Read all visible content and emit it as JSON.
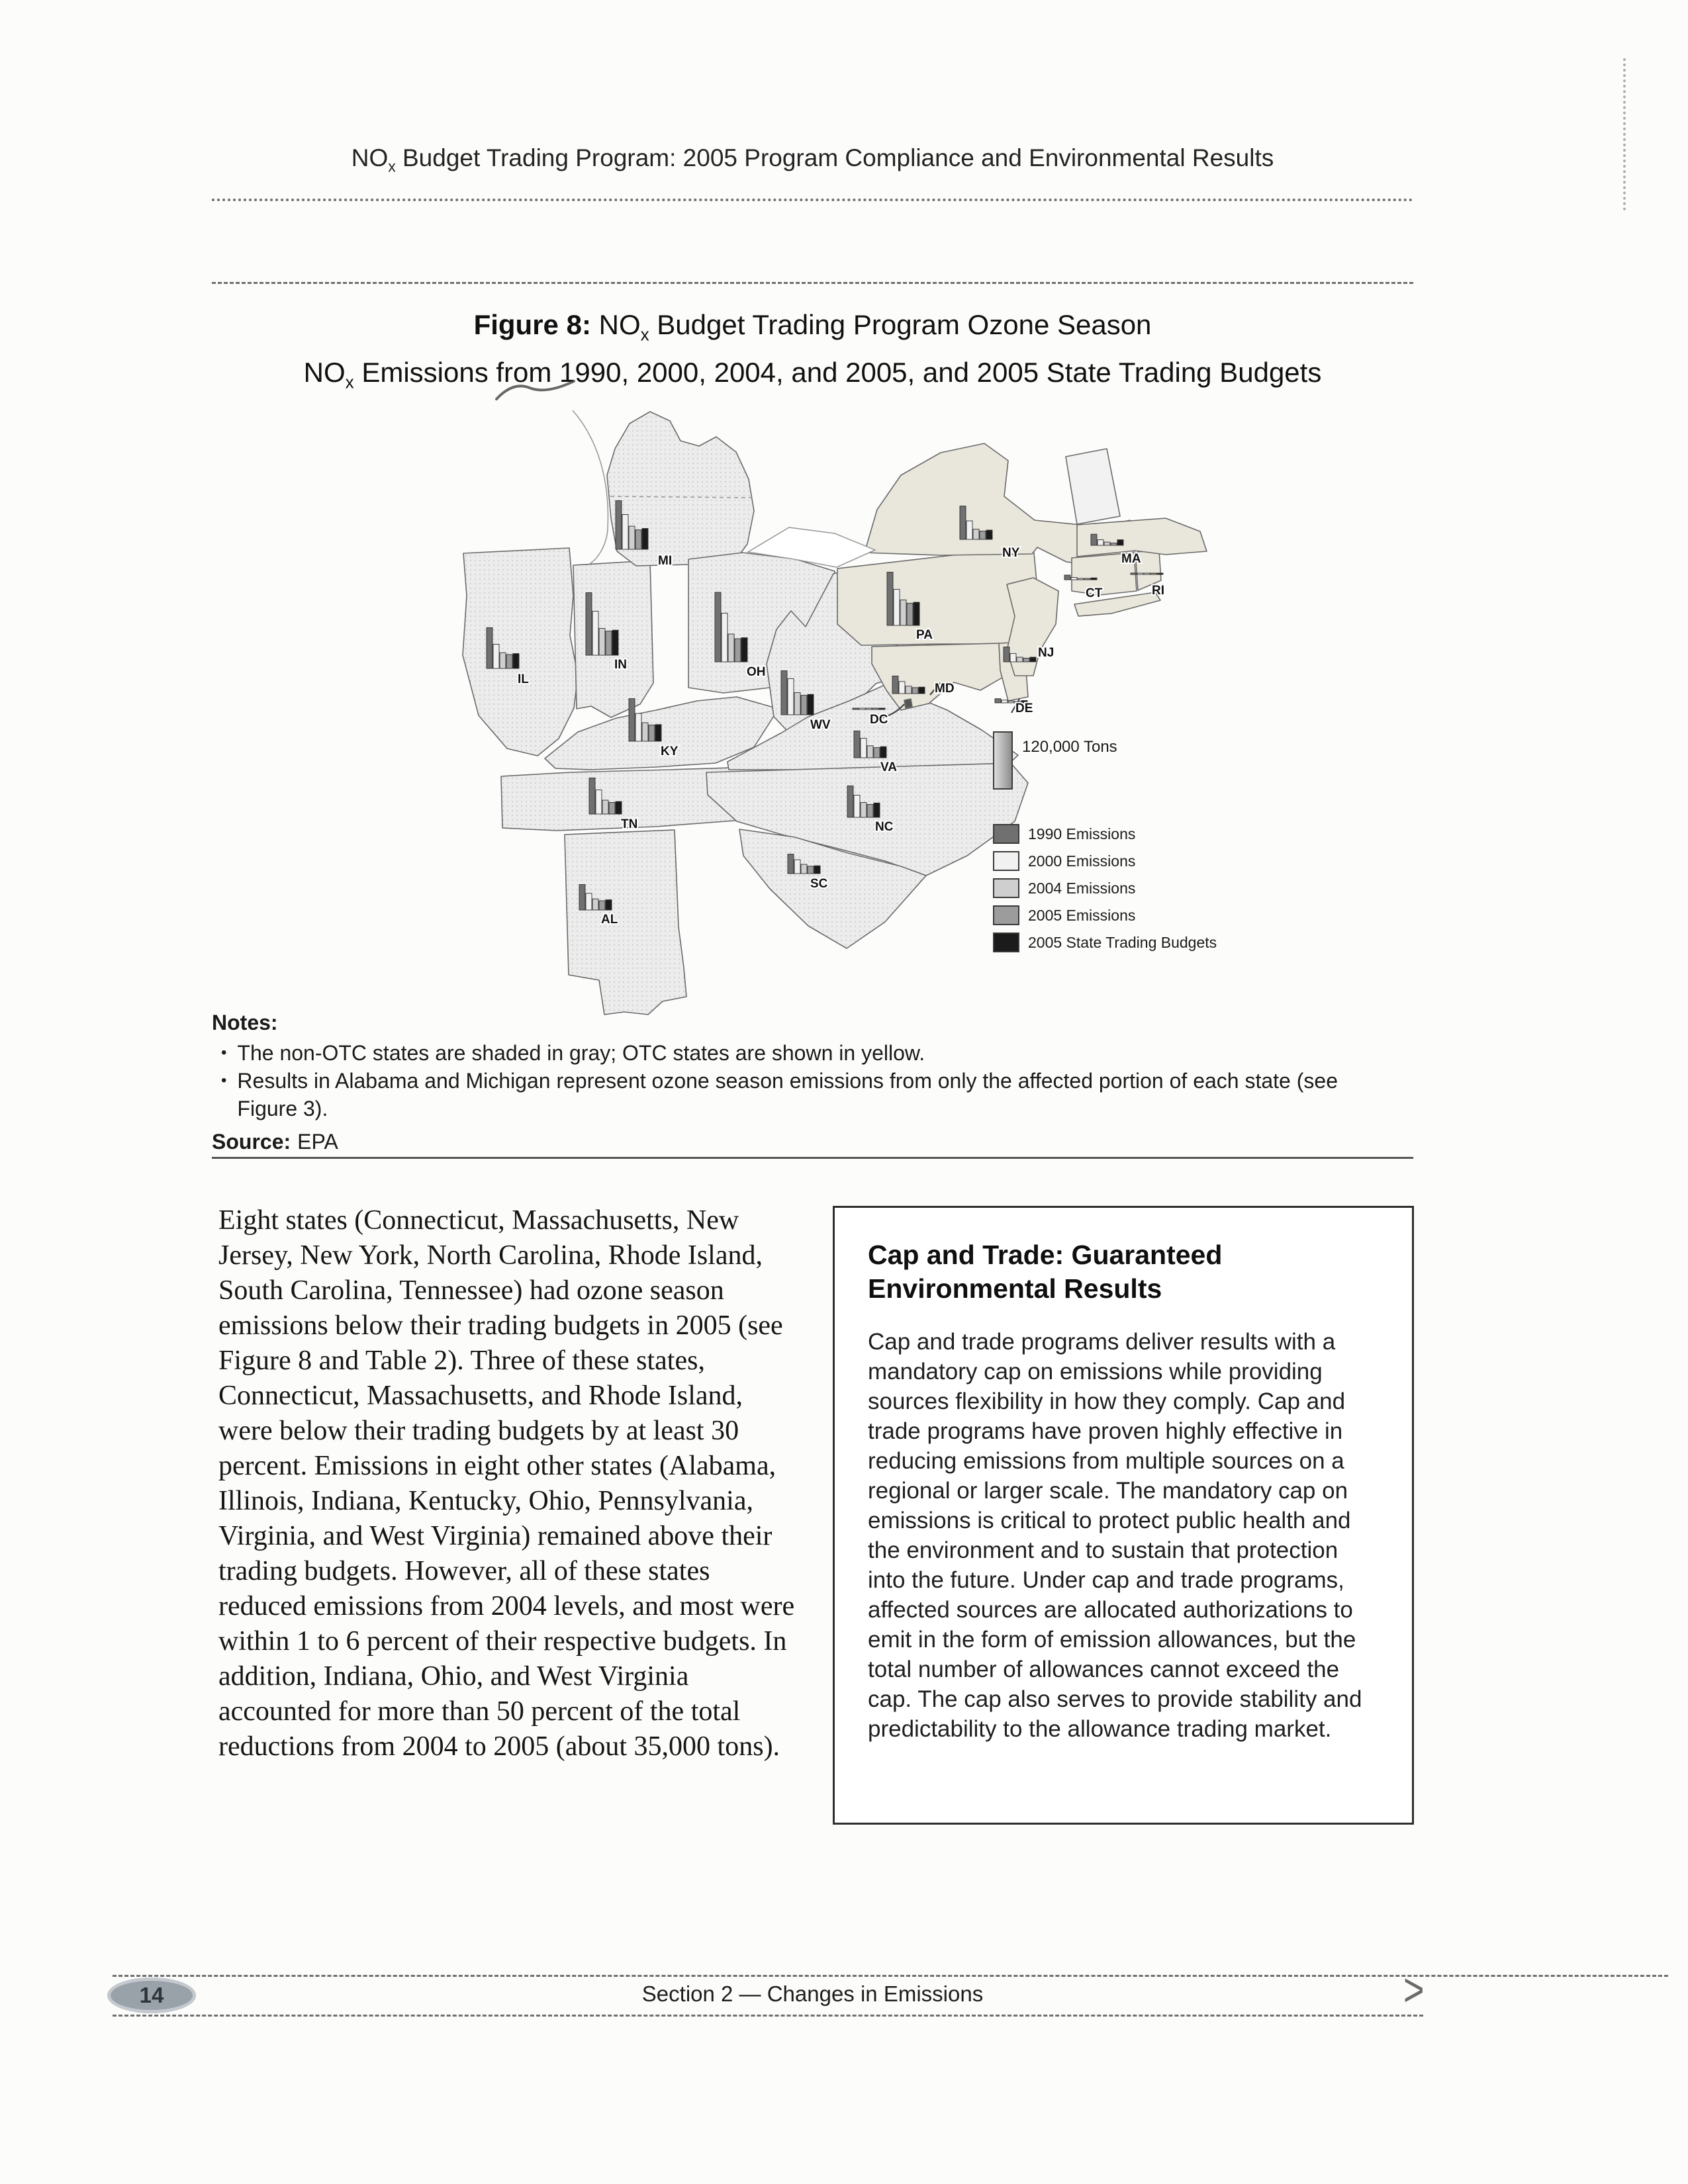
{
  "header": {
    "prefix": "NO",
    "sub": "x",
    "rest": " Budget Trading Program: 2005 Program Compliance and Environmental Results"
  },
  "figure": {
    "label": "Figure 8:",
    "sub": "x",
    "l1_no": " NO",
    "l1_rest": " Budget Trading Program Ozone Season",
    "l2_no": "NO",
    "l2_rest": " Emissions from 1990, 2000, 2004, and 2005, and 2005 State Trading Budgets",
    "legend": {
      "scale_label": "120,000 Tons",
      "items": [
        "1990 Emissions",
        "2000 Emissions",
        "2004 Emissions",
        "2005 Emissions",
        "2005 State Trading Budgets"
      ]
    }
  },
  "notes": {
    "label": "Notes:",
    "bullets": [
      "The non-OTC states are shaded in gray; OTC states are shown in yellow.",
      "Results in Alabama and Michigan represent ozone season emissions from only the affected portion of each state (see Figure 3)."
    ],
    "source_label": "Source:",
    "source_value": "EPA"
  },
  "body": {
    "paragraph": "Eight states (Connecticut, Massachusetts, New Jersey, New York, North Carolina, Rhode Island, South Carolina, Tennessee) had ozone season emissions below their trading budgets in 2005 (see Figure 8 and Table 2). Three of these states, Connecticut, Massachusetts, and Rhode Island, were below their trading budgets by at least 30 percent. Emissions in eight other states (Alabama, Illinois, Indiana, Kentucky, Ohio, Pennsylvania, Virginia, and West Virginia) remained above their trading budgets. However, all of these states reduced emissions from 2004 levels, and most were within 1 to 6 percent of their respective budgets. In addition, Indiana, Ohio, and West Virginia accounted for more than 50 percent of the total reductions from 2004 to 2005 (about 35,000 tons)."
  },
  "sidebar": {
    "title": "Cap and Trade: Guaranteed Environmental Results",
    "paragraph": "Cap and trade programs deliver results with a mandatory cap on emissions while providing sources flexibility in how they comply. Cap and trade programs have proven highly effective in reducing emissions from multiple sources on a regional or larger scale. The mandatory cap on emissions is critical to protect public health and the environment and to sustain that protection into the future. Under cap and trade programs, affected sources are allocated authorizations to emit in the form of emission allowances, but the total number of allowances cannot exceed the cap. The cap also serves to provide stability and predictability to the allowance trading market."
  },
  "footer": {
    "page_number": "14",
    "section": "Section 2 — Changes in Emissions"
  },
  "chart_data": {
    "type": "bar",
    "subtype": "map-grouped-bars",
    "title": "NOx Budget Trading Program Ozone Season NOx Emissions from 1990, 2000, 2004, and 2005, and 2005 State Trading Budgets",
    "unit": "thousand tons (approximate, estimated from bar heights)",
    "scale_reference_label": "120,000 Tons",
    "scale_reference_tons": 120000,
    "series": [
      "1990 Emissions",
      "2000 Emissions",
      "2004 Emissions",
      "2005 Emissions",
      "2005 State Trading Budgets"
    ],
    "series_colors": [
      "#707070",
      "#f1f1f1",
      "#cfcfcf",
      "#9c9c9c",
      "#1b1b1b"
    ],
    "states": [
      {
        "label": "IL",
        "values": [
          88,
          52,
          34,
          30,
          32
        ]
      },
      {
        "label": "IN",
        "values": [
          135,
          95,
          58,
          52,
          54
        ]
      },
      {
        "label": "MI",
        "values": [
          105,
          75,
          50,
          42,
          45
        ]
      },
      {
        "label": "OH",
        "values": [
          150,
          105,
          60,
          50,
          52
        ]
      },
      {
        "label": "KY",
        "values": [
          92,
          60,
          40,
          35,
          36
        ]
      },
      {
        "label": "TN",
        "values": [
          78,
          52,
          30,
          25,
          27
        ]
      },
      {
        "label": "AL",
        "values": [
          55,
          36,
          24,
          20,
          22
        ]
      },
      {
        "label": "WV",
        "values": [
          95,
          78,
          48,
          42,
          44
        ]
      },
      {
        "label": "PA",
        "values": [
          115,
          78,
          55,
          48,
          50
        ]
      },
      {
        "label": "NY",
        "values": [
          72,
          40,
          22,
          18,
          20
        ]
      },
      {
        "label": "NJ",
        "values": [
          32,
          18,
          10,
          8,
          10
        ]
      },
      {
        "label": "MD",
        "values": [
          38,
          26,
          16,
          13,
          14
        ]
      },
      {
        "label": "DE",
        "values": [
          9,
          6,
          4,
          3,
          5
        ]
      },
      {
        "label": "DC",
        "values": [
          2,
          1,
          0.5,
          0.3,
          0.2
        ]
      },
      {
        "label": "CT",
        "values": [
          10,
          5,
          3,
          2,
          4
        ]
      },
      {
        "label": "RI",
        "values": [
          3,
          1.5,
          0.8,
          0.5,
          1
        ]
      },
      {
        "label": "MA",
        "values": [
          24,
          12,
          7,
          5,
          12
        ]
      },
      {
        "label": "VA",
        "values": [
          58,
          42,
          26,
          22,
          24
        ]
      },
      {
        "label": "NC",
        "values": [
          68,
          48,
          32,
          28,
          31
        ]
      },
      {
        "label": "SC",
        "values": [
          42,
          30,
          20,
          16,
          17
        ]
      }
    ]
  }
}
